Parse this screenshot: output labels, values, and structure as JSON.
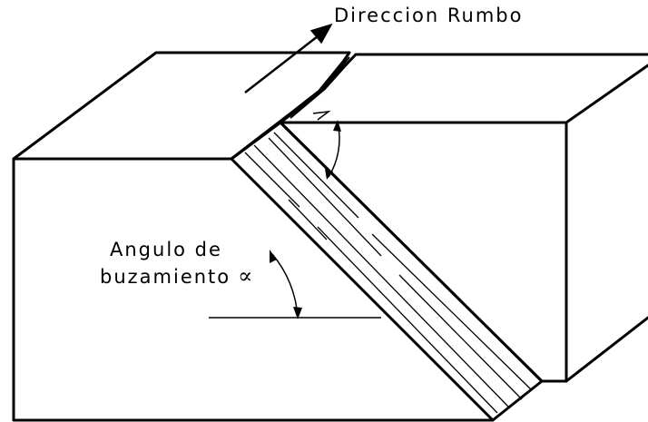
{
  "labels": {
    "strike_direction": "Direccion Rumbo",
    "dip_angle_line1": "Angulo de",
    "dip_angle_line2": "buzamiento",
    "dip_symbol": "∝"
  },
  "colors": {
    "line": "#000000",
    "background": "#ffffff"
  }
}
